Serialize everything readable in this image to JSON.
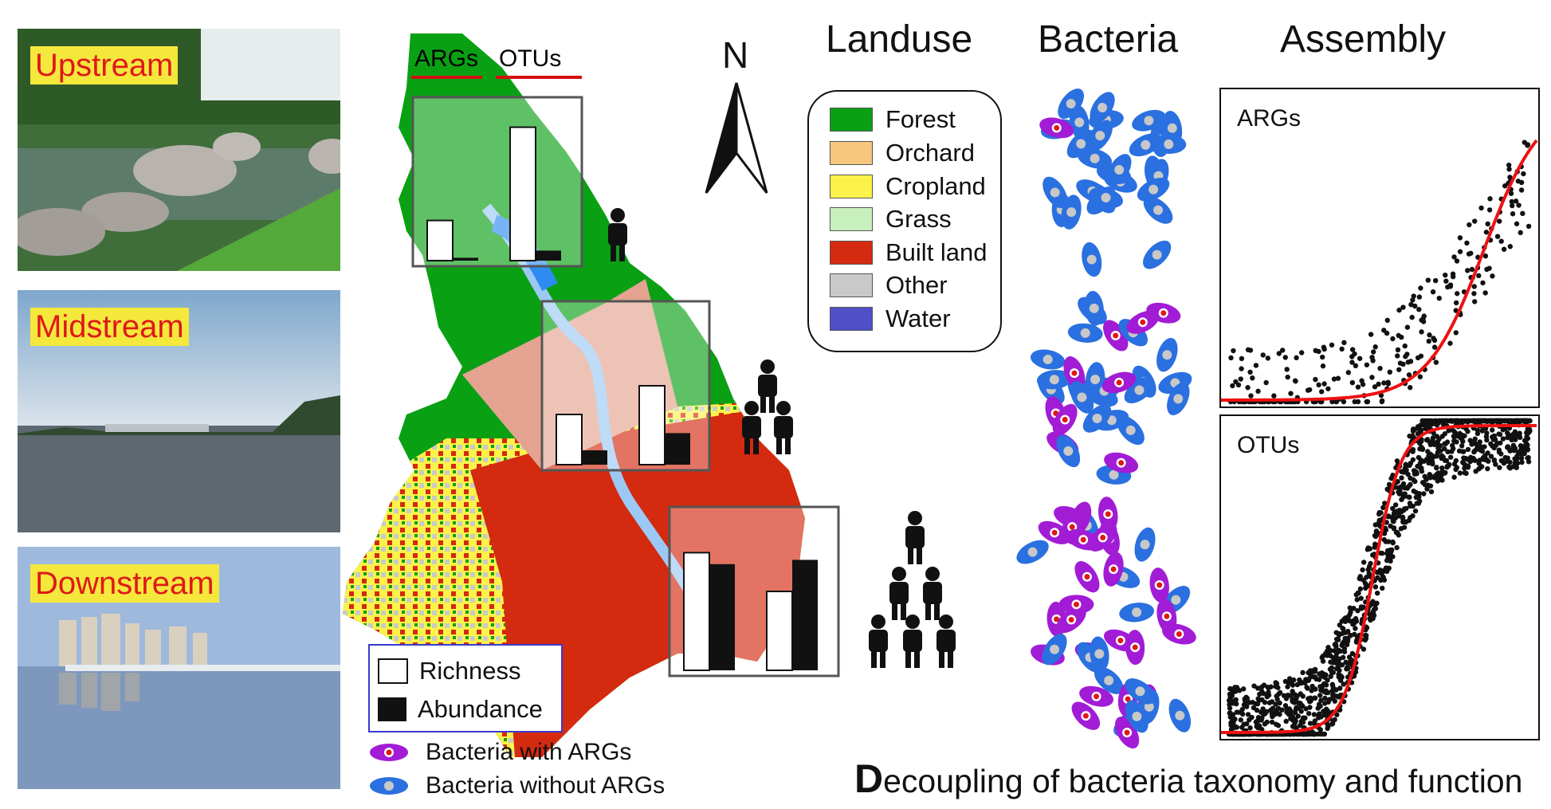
{
  "photos": {
    "upstream": "Upstream",
    "midstream": "Midstream",
    "downstream": "Downstream"
  },
  "headers": {
    "landuse": "Landuse",
    "bacteria": "Bacteria",
    "assembly": "Assembly"
  },
  "north_label": "N",
  "map_tabs": {
    "args": "ARGs",
    "otus": "OTUs"
  },
  "landuse_legend": [
    {
      "label": "Forest",
      "color": "#0aa014"
    },
    {
      "label": "Orchard",
      "color": "#f8c77e"
    },
    {
      "label": "Cropland",
      "color": "#fbf34a"
    },
    {
      "label": "Grass",
      "color": "#c8f0bf"
    },
    {
      "label": "Built land",
      "color": "#d42a10"
    },
    {
      "label": "Other",
      "color": "#c9c9c9"
    },
    {
      "label": "Water",
      "color": "#4f4fc8"
    }
  ],
  "bar_legend": {
    "richness": "Richness",
    "abundance": "Abundance"
  },
  "bacteria_legend": {
    "with": "Bacteria with ARGs",
    "without": "Bacteria without ARGs"
  },
  "bar_insets": [
    {
      "site": "upstream",
      "args_richness": 0.28,
      "args_abundance": 0.02,
      "otus_richness": 0.93,
      "otus_abundance": 0.07
    },
    {
      "site": "midstream",
      "args_richness": 0.35,
      "args_abundance": 0.1,
      "otus_richness": 0.55,
      "otus_abundance": 0.22
    },
    {
      "site": "downstream",
      "args_richness": 0.82,
      "args_abundance": 0.74,
      "otus_richness": 0.55,
      "otus_abundance": 0.77
    }
  ],
  "assembly_panels": {
    "args": "ARGs",
    "otus": "OTUs"
  },
  "footer": {
    "initial": "D",
    "rest": "ecoupling of bacteria taxonomy and function"
  },
  "colors": {
    "forest": "#0aa014",
    "built": "#d42a10",
    "water": "#2e8bf0",
    "bacteria_without": "#2a70e0",
    "bacteria_with": "#a21cd6",
    "curve": "#ee1111",
    "photo_label_bg": "#f4e83c",
    "photo_label_text": "#e01818"
  }
}
